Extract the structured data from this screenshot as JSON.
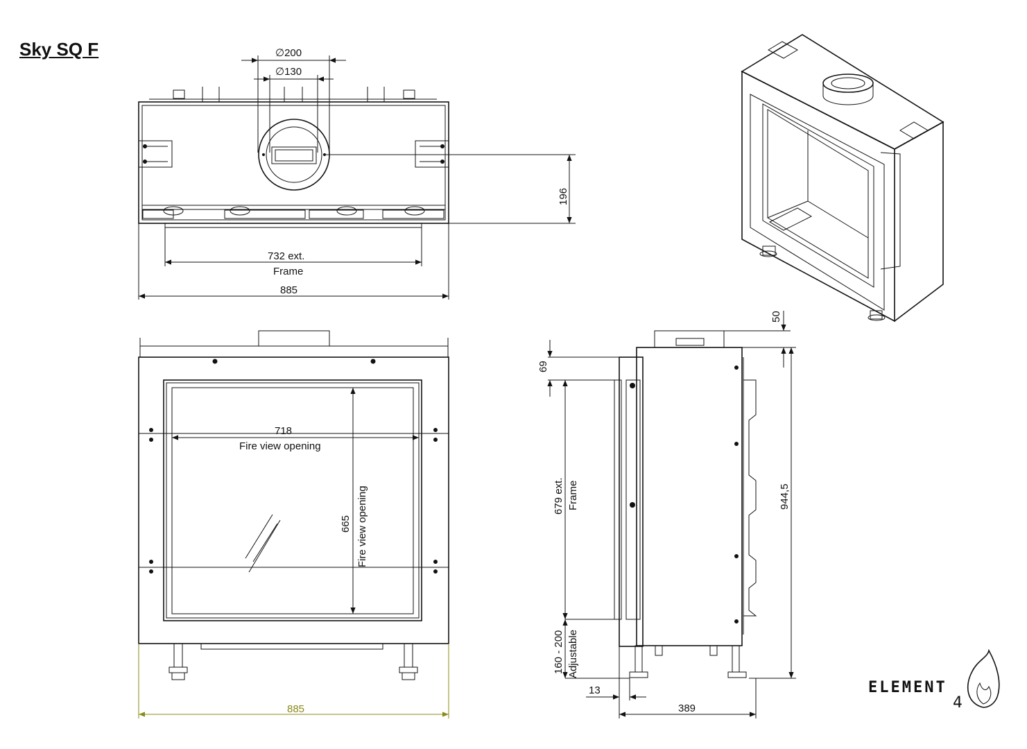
{
  "title": "Sky SQ F",
  "top_view": {
    "flue_outer": "∅200",
    "flue_inner": "∅130",
    "depth_dim": "196",
    "frame_dim_value": "732 ext.",
    "frame_dim_label": "Frame",
    "width_dim": "885"
  },
  "front_view": {
    "opening_width": "718",
    "opening_width_label": "Fire view opening",
    "opening_height": "665",
    "opening_height_label": "Fire view opening",
    "width_dim": "885"
  },
  "side_view": {
    "top_offset": "69",
    "frame_height_value": "679 ext.",
    "frame_height_label": "Frame",
    "leg_range": "160 - 200",
    "leg_label": "Adjustable",
    "leg_offset": "13",
    "flue_height": "50",
    "total_height": "944,5",
    "depth_dim": "389"
  },
  "logo": {
    "text": "ELEMENT",
    "number": "4"
  },
  "colors": {
    "line": "#111111",
    "highlight_dim": "#8a8a1a"
  }
}
